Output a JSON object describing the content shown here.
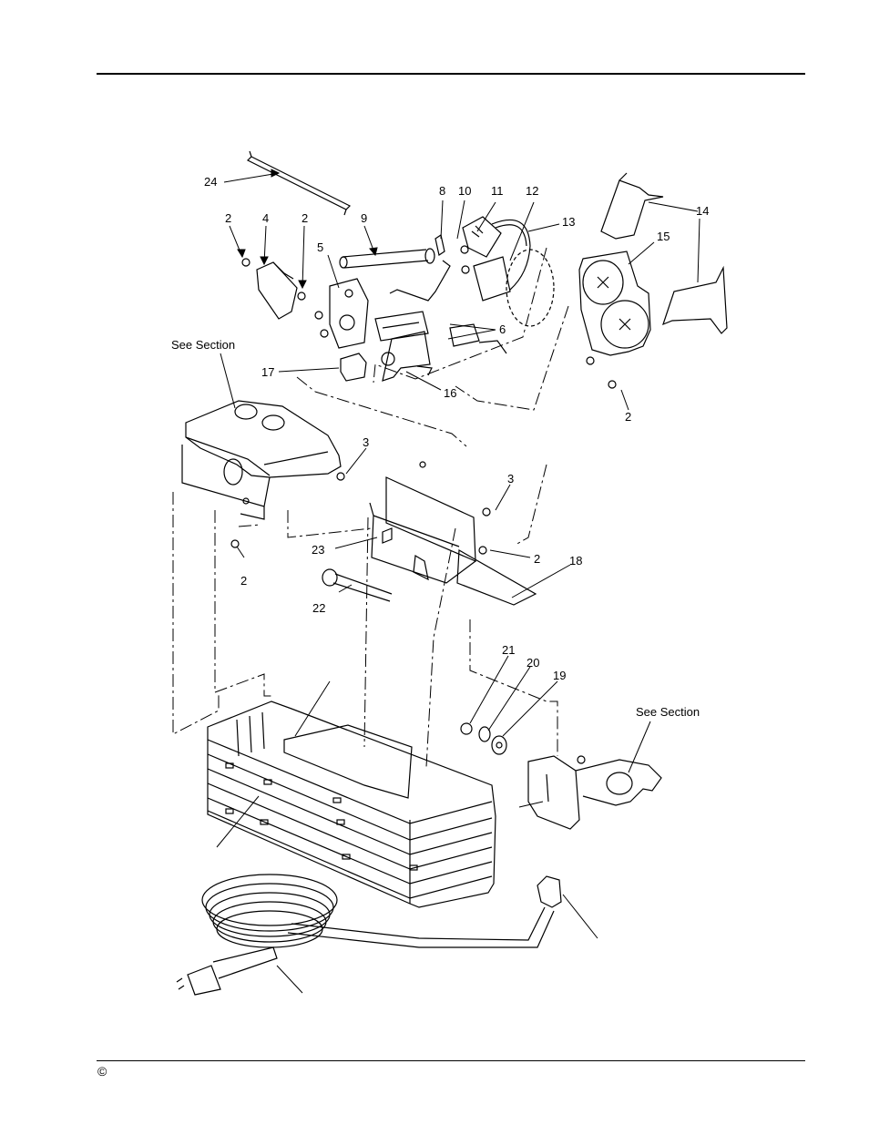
{
  "footer": {
    "copyright_symbol": "©"
  },
  "callouts": {
    "c24": "24",
    "c2a": "2",
    "c4": "4",
    "c2b": "2",
    "c9": "9",
    "c8": "8",
    "c10": "10",
    "c11": "11",
    "c12": "12",
    "c13": "13",
    "c14": "14",
    "c15": "15",
    "c5": "5",
    "c6": "6",
    "c17": "17",
    "c16": "16",
    "c2c": "2",
    "c3a": "3",
    "c3b": "3",
    "c2d": "2",
    "c23": "23",
    "c18": "18",
    "c2e": "2",
    "c22": "22",
    "c21": "21",
    "c20": "20",
    "c19": "19"
  },
  "notes": {
    "see_section_1": "See Section",
    "see_section_2": "See Section"
  }
}
